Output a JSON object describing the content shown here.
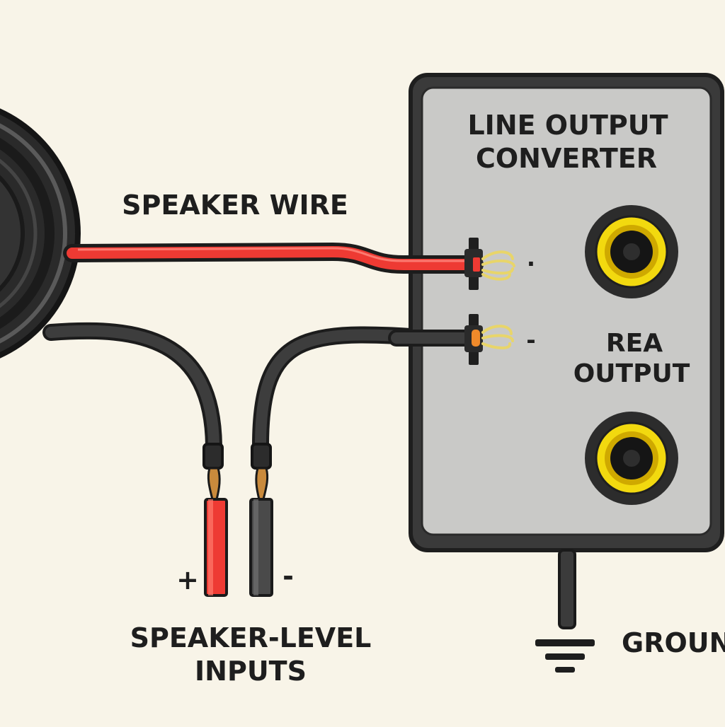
{
  "diagram": {
    "labels": {
      "speaker_wire": "SPEAKER WIRE",
      "converter_line1": "LINE OUTPUT",
      "converter_line2": "CONVERTER",
      "rca_line1": "REA",
      "rca_line2": "OUTPUT",
      "inputs_line1": "SPEAKER-LEVEL",
      "inputs_line2": "INPUTS",
      "ground": "GROUN",
      "plus_sign": "+",
      "minus_sign": "-",
      "terminal_top_mark": "·",
      "terminal_bottom_mark": "-"
    },
    "colors": {
      "background": "#f8f4e8",
      "outline": "#262626",
      "wire_red": "#ee3a33",
      "wire_black": "#3b3b3b",
      "converter_body": "#c9c9c7",
      "rca_gold": "#f2d90f",
      "copper": "#c98a3c",
      "strands": "#e8d56a"
    },
    "icons": {
      "speaker": "speaker-cone-icon",
      "rca_jack": "rca-jack-icon",
      "ground": "ground-symbol-icon"
    }
  }
}
